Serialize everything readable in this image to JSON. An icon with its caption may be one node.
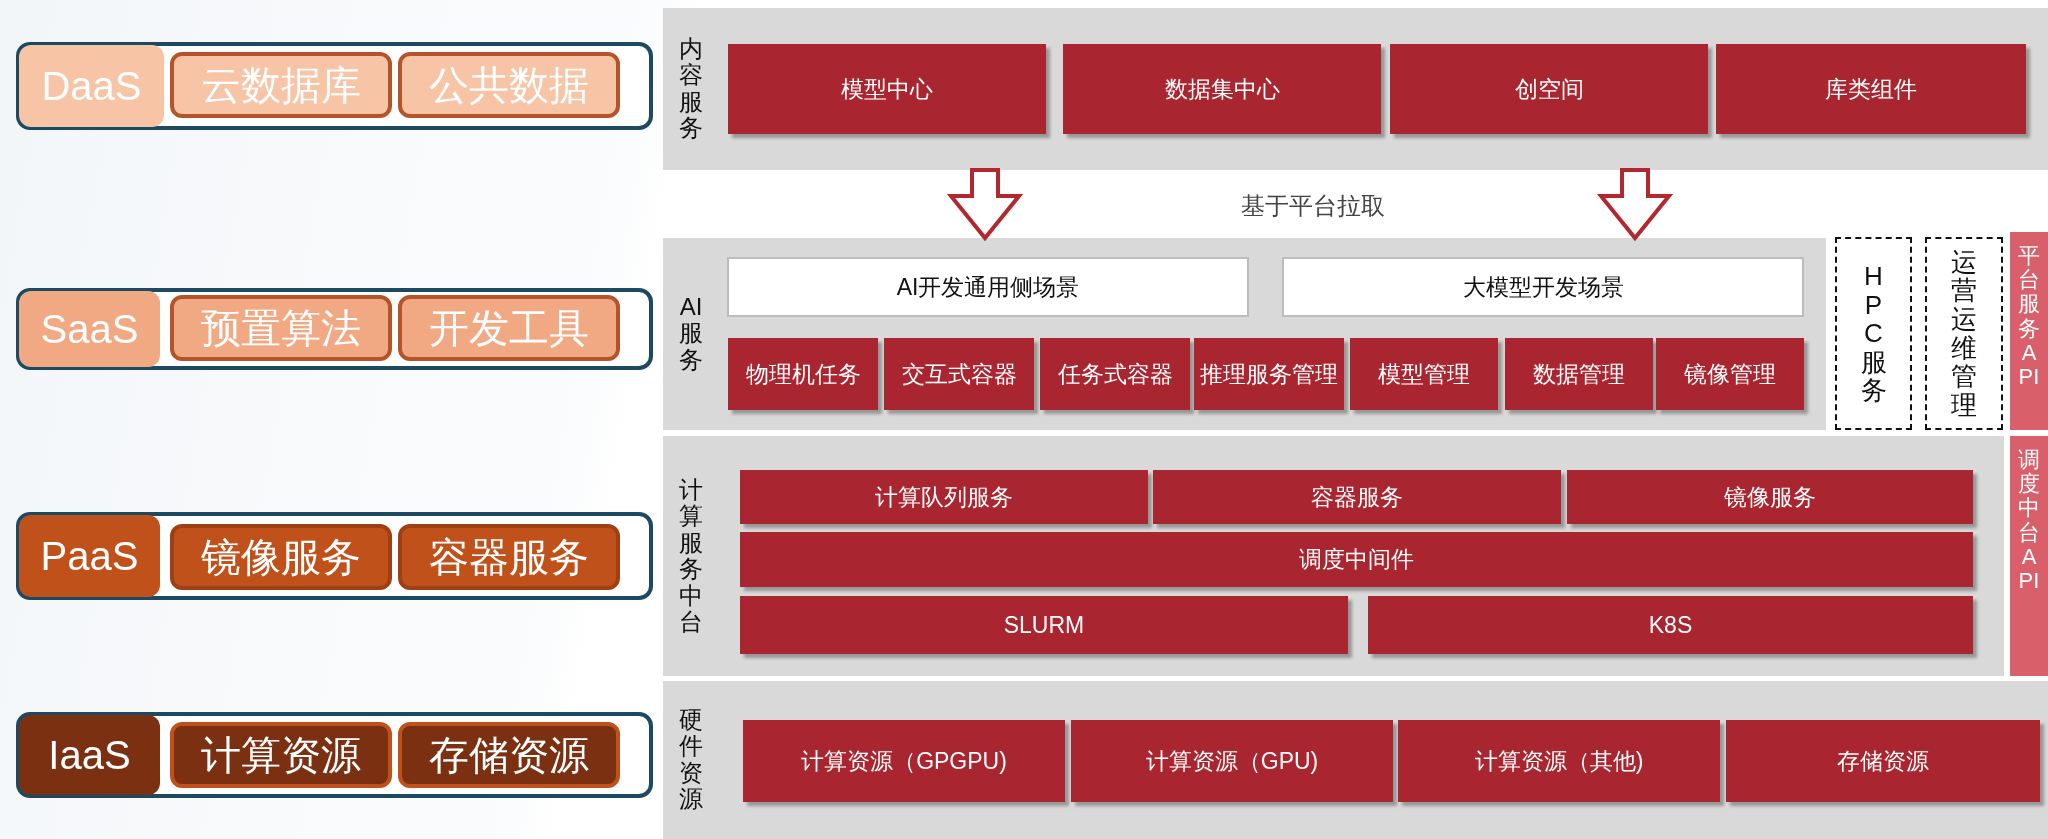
{
  "diagram": {
    "nodes": [
      {
        "text": [],
        "shape": "box"
      },
      {
        "text": [
          "DaaS"
        ],
        "in": 0
      },
      {
        "text": [
          "云数据库"
        ],
        "in": 0
      },
      {
        "text": [
          "公共数据"
        ],
        "in": 0
      },
      {
        "text": [],
        "shape": "box"
      },
      {
        "text": [
          "SaaS"
        ],
        "in": 4
      },
      {
        "text": [
          "预置算法"
        ],
        "in": 4
      },
      {
        "text": [
          "开发工具"
        ],
        "in": 4
      },
      {
        "text": [],
        "shape": "box"
      },
      {
        "text": [
          "PaaS"
        ],
        "in": 8
      },
      {
        "text": [
          "镜像服务"
        ],
        "in": 8
      },
      {
        "text": [
          "容器服务"
        ],
        "in": 8
      },
      {
        "text": [],
        "shape": "box"
      },
      {
        "text": [
          "IaaS"
        ],
        "in": 12
      },
      {
        "text": [
          "计算资源"
        ],
        "in": 12
      },
      {
        "text": [
          "存储资源"
        ],
        "in": 12
      },
      {
        "text": [
          "内容服务"
        ]
      },
      {
        "text": [
          "模型中心"
        ],
        "in": 16
      },
      {
        "text": [
          "数据集中心"
        ],
        "in": 16
      },
      {
        "text": [
          "创空间"
        ],
        "in": 16
      },
      {
        "text": [
          "库类组件"
        ],
        "in": 16
      },
      {
        "text": [
          "AI服务"
        ]
      },
      {
        "text": [
          "AI开发通用侧场景"
        ],
        "in": 21
      },
      {
        "text": [
          "大模型开发场景"
        ],
        "in": 21
      },
      {
        "text": [
          "物理机任务"
        ],
        "in": 21
      },
      {
        "text": [
          "交互式容器"
        ],
        "in": 21
      },
      {
        "text": [
          "任务式容器"
        ],
        "in": 21
      },
      {
        "text": [
          "推理服务管理"
        ],
        "in": 21
      },
      {
        "text": [
          "模型管理"
        ],
        "in": 21
      },
      {
        "text": [
          "数据管理"
        ],
        "in": 21
      },
      {
        "text": [
          "镜像管理"
        ],
        "in": 21
      },
      {
        "text": [
          "HPC服务"
        ]
      },
      {
        "text": [
          "运营运维管理"
        ]
      },
      {
        "text": [
          "平台服务API"
        ]
      },
      {
        "text": [
          "计算服务中台"
        ]
      },
      {
        "text": [
          "计算队列服务"
        ],
        "in": 34
      },
      {
        "text": [
          "容器服务"
        ],
        "in": 34
      },
      {
        "text": [
          "镜像服务"
        ],
        "in": 34
      },
      {
        "text": [
          "调度中间件"
        ],
        "in": 34
      },
      {
        "text": [
          "SLURM"
        ],
        "in": 34
      },
      {
        "text": [
          "K8S"
        ],
        "in": 34
      },
      {
        "text": [
          "调度中台API"
        ]
      },
      {
        "text": [
          "硬件资源"
        ]
      },
      {
        "text": [
          "计算资源（GPGPU)"
        ],
        "in": 42
      },
      {
        "text": [
          "计算资源（GPU)"
        ],
        "in": 42
      },
      {
        "text": [
          "计算资源（其他)"
        ],
        "in": 42
      },
      {
        "text": [
          "存储资源"
        ],
        "in": 42
      }
    ],
    "edges": [
      {
        "from": 16,
        "to": 21,
        "arrow": "to",
        "style": "thick"
      },
      {
        "from": 16,
        "to": 21,
        "arrow": "to",
        "style": "thick"
      }
    ],
    "labels": [
      "基于平台拉取"
    ]
  }
}
